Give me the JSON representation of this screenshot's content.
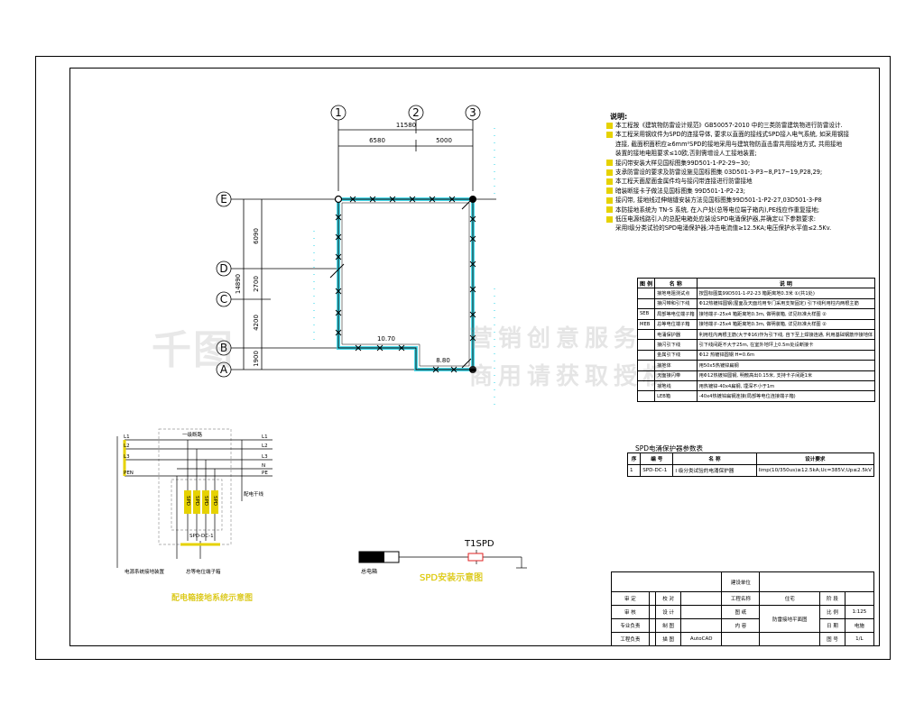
{
  "plan": {
    "col_labels": [
      "1",
      "2",
      "3"
    ],
    "row_labels": [
      "E",
      "D",
      "C",
      "B",
      "A"
    ],
    "dim_total": "11580",
    "dim_left": "6580",
    "dim_right": "5000",
    "dim_v_total": "14890",
    "dim_v1": "6090",
    "dim_v2": "2700",
    "dim_v3": "4200",
    "dim_v4": "1900",
    "small_dim1": "10.70",
    "small_dim2": "8.80"
  },
  "notes": {
    "title": "说明:",
    "lines": [
      "本工程按《建筑物防雷设计规范》GB50057-2010 中的三类防雷建筑物进行防雷设计.",
      "本工程采用钢纹件为SPD的连接导体, 要求以直面的接线式SPD接入电气系统, 如采用钢接",
      "连接, 截面积面积应≥6mm²SPD的接地采用与建筑物防直击雷共用接地方式, 共用接地",
      "装置的接地电阻要求≤10欧,否则需增设人工接地装置;",
      "接闪带安装大样见国标图集99D501-1-P2-29~30;",
      "支承防雷设的要求及防雷设施见国标图集 03D501-3-P3~8,P17~19,P28,29;",
      "本工程天面屋面金属件均与接闪带连接进行防雷接地",
      "暗装断接卡子做法见国标图集 99D501-1-P2-23;",
      "接闪带, 接地线过伸缩缝安装方法见国标图集99D501-1-P2-27,03D501-3-P8",
      "本防接地系统为 TN-S 系统, 在入户处(总等电位端子箱内),PE线应作重复接地;",
      "低压电源线路引入的总配电箱处应装设SPD电涌保护器,并确定以下参数要求:",
      "采用I级分类试验的SPD电涌保护器;冲击电流值≥12.5KA;电压保护水平值≤2.5Kv."
    ]
  },
  "legend": {
    "headers": [
      "图 例",
      "名 称",
      "说 明"
    ],
    "rows": [
      [
        "",
        "接地电阻测试点",
        "按国标图集99D501-1-P2-23 箱距离地0.3米 ①(共1处)"
      ],
      [
        "",
        "接闪带和引下线",
        "Φ12热镀锌圆钢(屋面及天面均用专门采用支架固定) 引下线利用柱内两根主筋"
      ],
      [
        "SEB",
        "局部等电位端子箱",
        "接地端子-25x4 箱距离地0.3m, 做明装箱, 详见标准大样图 ②"
      ],
      [
        "MEB",
        "总等电位端子箱",
        "接地端子-25x4 箱距离地0.3m, 做明装箱, 详见标准大样图 ②"
      ],
      [
        "",
        "电涌保护器",
        "利用柱内两根主筋(大于Φ16)作为引下线, 自下至上焊接连通, 利用基础钢筋作接地体"
      ],
      [
        "",
        "接闪引下线",
        "引下线间距不大于25m, 在室外地坪上0.5m处设断接卡"
      ],
      [
        "",
        "金属引下线",
        "Φ12 热镀锌圆钢 H=0.6m"
      ],
      [
        "",
        "接地体",
        "用50x5热镀锌扁钢"
      ],
      [
        "",
        "天面接闪带",
        "用Φ12热镀锌圆钢, 明敷高出0.15米, 支持卡子间距1米"
      ],
      [
        "",
        "接地线",
        "用热镀锌-40x4扁钢, 埋深不小于1m"
      ],
      [
        "",
        "LEB箱",
        "-40x4热镀锌扁钢连接(局部等电位连接端子箱)"
      ]
    ]
  },
  "spd": {
    "title": "SPD电涌保护器参数表",
    "headers": [
      "序",
      "编 号",
      "名 称",
      "设计要求"
    ],
    "row": [
      "1",
      "SPD-DC-1",
      "I 级分类试验的电涌保护器",
      "Iimp(10/350us)≥12.5kA;Uc=385V;Up≤2.5kV"
    ]
  },
  "distribution": {
    "lines": [
      "L1",
      "L2",
      "L3",
      "PEN",
      "N",
      "PE"
    ],
    "box_label": "一级断路",
    "spd_label": "SPD-DC-1",
    "spd_units": [
      "SPD",
      "SPD",
      "SPD",
      "SPD"
    ],
    "ground_left": "电源系统接地装置",
    "ground_mid": "总等电位端子箱",
    "side_label": "配电干线",
    "caption": "配电箱接地系统示意图"
  },
  "install": {
    "t1_label": "T1SPD",
    "box_label": "总电箱",
    "caption": "SPD安装示意图"
  },
  "title_block": {
    "construction_unit": "建设单位",
    "approve": "审 定",
    "check": "校 对",
    "project_name_label": "工程名称",
    "project_name": "住宅",
    "phase": "阶 段",
    "review": "审 核",
    "design": "设 计",
    "scale_label": "比 例",
    "scale": "1:125",
    "chief": "专业负责",
    "draw": "制 图",
    "drawing_label": "图 纸",
    "content_label": "内 容",
    "drawing_name": "防雷接地平面图",
    "date_label": "日 期",
    "discipline": "电施",
    "proj_lead": "工程负责",
    "draft": "描 图",
    "software": "AutoCAD",
    "sheet_label": "图 号",
    "sheet": "1/L"
  },
  "watermark": {
    "logo": "千图",
    "line1": "营销创意服务",
    "line2": "商用请获取授权"
  }
}
